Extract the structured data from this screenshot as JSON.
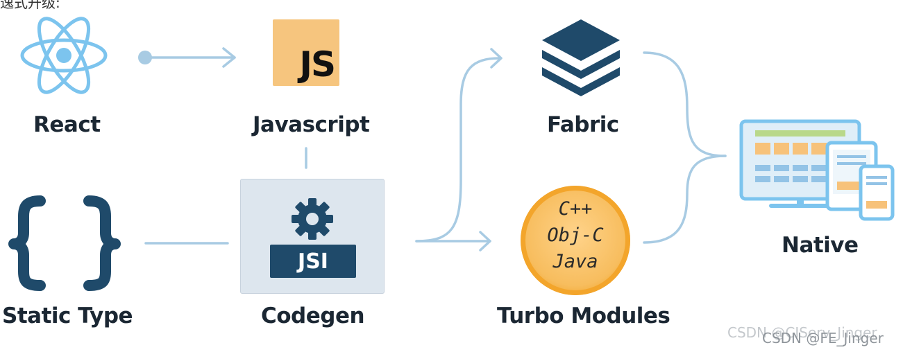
{
  "top_fragment": "逸式升级:",
  "nodes": {
    "react": {
      "label": "React",
      "icon": "react-atom-icon"
    },
    "javascript": {
      "label": "Javascript",
      "icon": "js-logo-icon",
      "logo_text": "JS"
    },
    "fabric": {
      "label": "Fabric",
      "icon": "layers-stack-icon"
    },
    "native": {
      "label": "Native",
      "icon": "devices-icon"
    },
    "static_type": {
      "label": "Static Type",
      "icon": "curly-braces-icon",
      "glyph": "{ }"
    },
    "codegen": {
      "label": "Codegen",
      "icon": "gear-icon",
      "inner_label": "JSI"
    },
    "turbo_modules": {
      "label": "Turbo Modules",
      "languages": [
        "C++",
        "Obj-C",
        "Java"
      ]
    }
  },
  "watermark": {
    "back": "CSDN @CIServ_Jinger",
    "front": "CSDN @FE_Jinger"
  },
  "colors": {
    "react_blue": "#7cc4ee",
    "connector": "#a8cbe3",
    "dark_navy": "#1f4a6a",
    "js_yellow": "#f6c57e",
    "turbo_orange": "#f4a830",
    "codegen_bg": "#dde6ee",
    "label_text": "#1b2733"
  }
}
